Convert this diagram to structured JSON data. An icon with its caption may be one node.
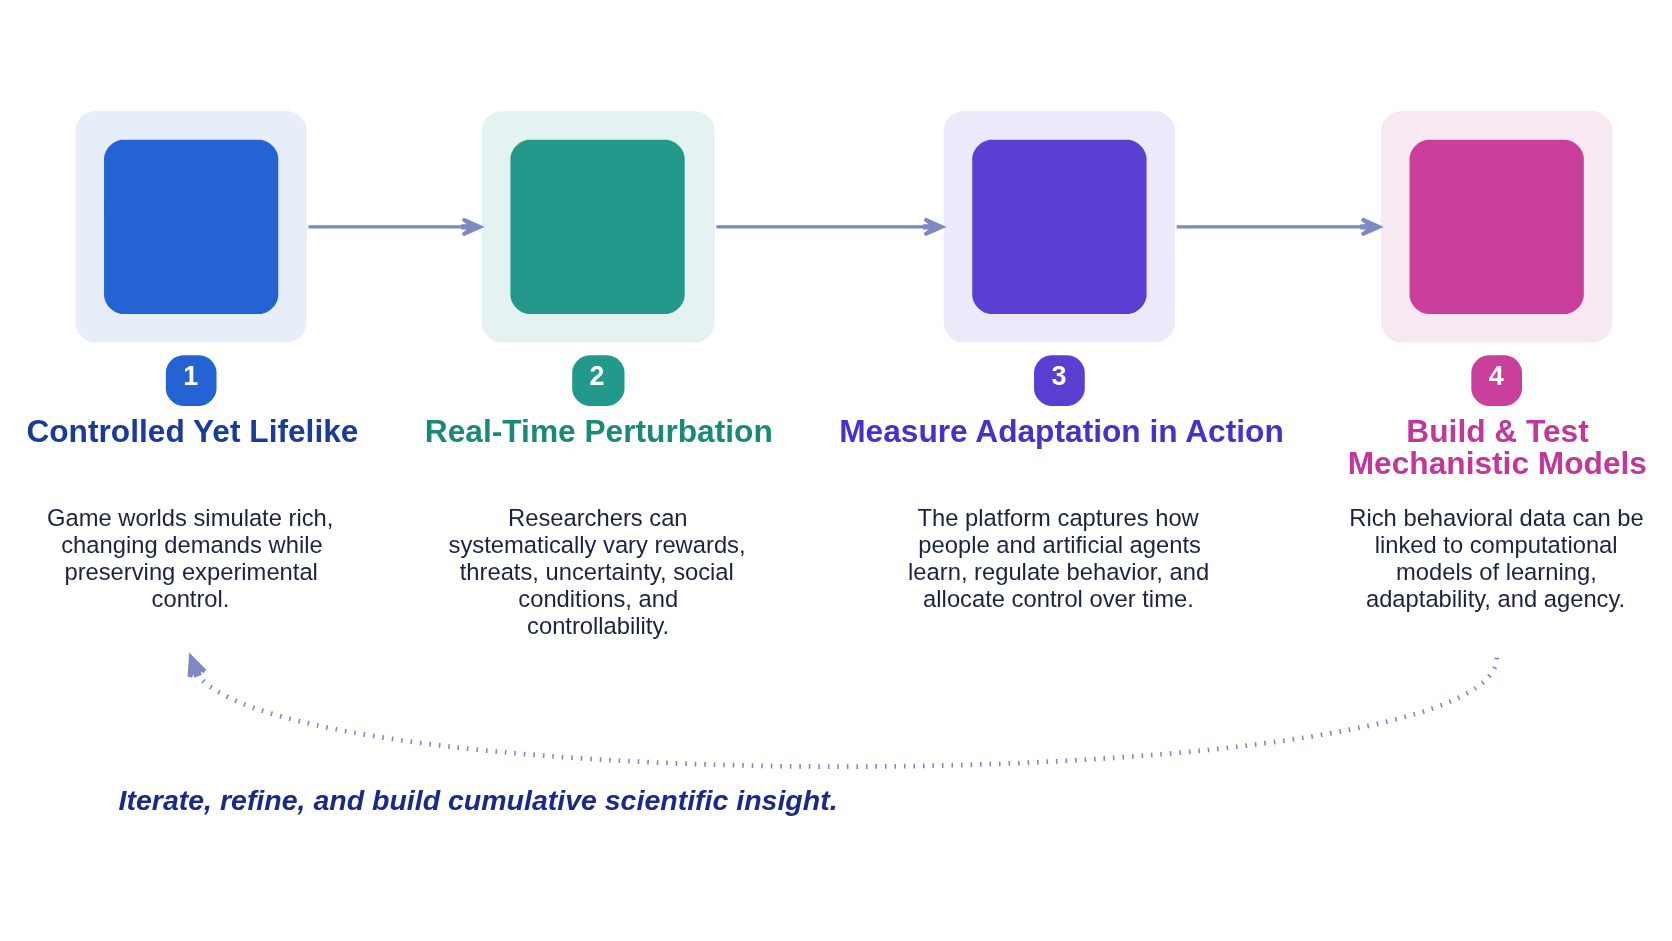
{
  "diagram": {
    "nodes": [
      {
        "text": [
          "1",
          "Controlled Yet Lifelike",
          "Game worlds simulate rich, changing demands while preserving experimental control."
        ]
      },
      {
        "text": [
          "2",
          "Real-Time Perturbation",
          "Researchers can systematically vary rewards, threats, uncertainty, social conditions, and controllability."
        ]
      },
      {
        "text": [
          "3",
          "Measure Adaptation in Action",
          "The platform captures how people and artificial agents learn, regulate behavior, and allocate control over time."
        ]
      },
      {
        "text": [
          "4",
          "Build & Test Mechanistic Models",
          "Rich behavioral data can be linked to computational models of learning, adaptability, and agency."
        ]
      }
    ],
    "edges": [
      {
        "from": 0,
        "to": 1,
        "arrow": "to"
      },
      {
        "from": 1,
        "to": 2,
        "arrow": "to"
      },
      {
        "from": 2,
        "to": 3,
        "arrow": "to"
      },
      {
        "from": 3,
        "to": 0,
        "arrow": "to",
        "label": "Iterate, refine, and build cumulative scientific insight.",
        "style": "dashed"
      }
    ]
  }
}
